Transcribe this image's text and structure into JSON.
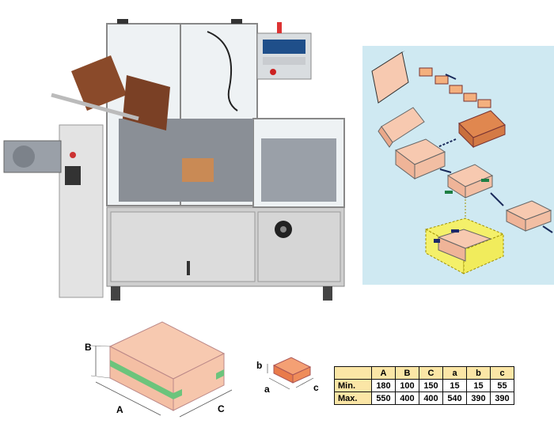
{
  "dimensions": {
    "large_box_labels": [
      "A",
      "B",
      "C"
    ],
    "small_box_labels": [
      "a",
      "b",
      "c"
    ]
  },
  "spec_table": {
    "headers": [
      "A",
      "B",
      "C",
      "a",
      "b",
      "c"
    ],
    "rows": [
      {
        "label": "Min.",
        "values": [
          "180",
          "100",
          "150",
          "15",
          "15",
          "55"
        ]
      },
      {
        "label": "Max.",
        "values": [
          "550",
          "400",
          "400",
          "540",
          "390",
          "390"
        ]
      }
    ]
  },
  "colors": {
    "box_fill": "#f7c9b0",
    "band_green": "#6cc47c",
    "small_box_fill": "#f08a5d",
    "panel_bg": "#cfe9f2",
    "table_header": "#fbe6a6"
  }
}
